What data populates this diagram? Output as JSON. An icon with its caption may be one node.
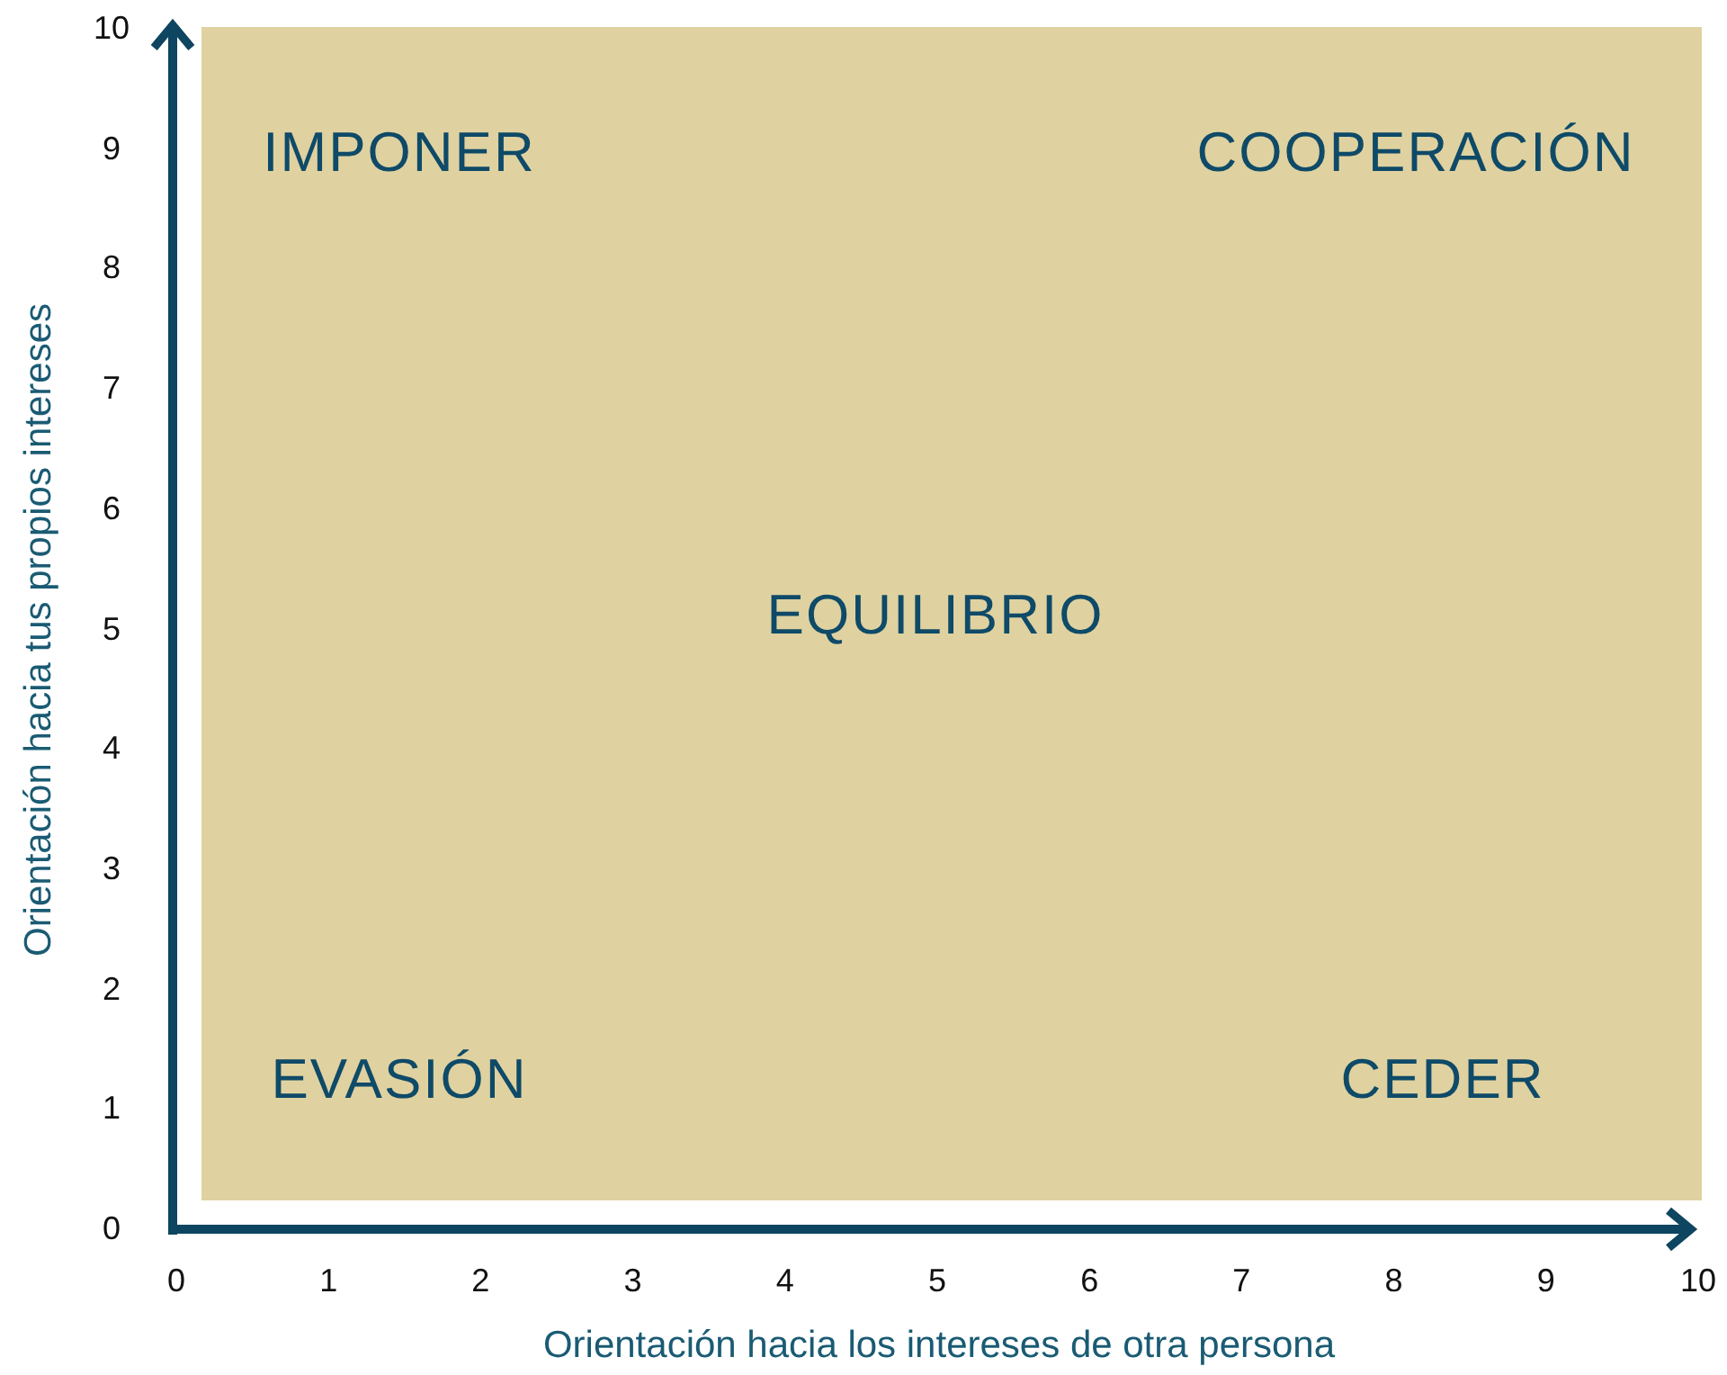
{
  "diagram": {
    "labels": [
      "IMPONER",
      "COOPERACIÓN",
      "EQUILIBRIO",
      "EVASIÓN",
      "CEDER",
      "Orientación hacia tus propios intereses",
      "10",
      "9",
      "8",
      "7",
      "6",
      "5",
      "4",
      "3",
      "2",
      "1",
      "0",
      "0",
      "1",
      "2",
      "3",
      "4",
      "5",
      "6",
      "7",
      "8",
      "9",
      "10",
      "Orientación hacia los intereses de otra persona"
    ]
  }
}
